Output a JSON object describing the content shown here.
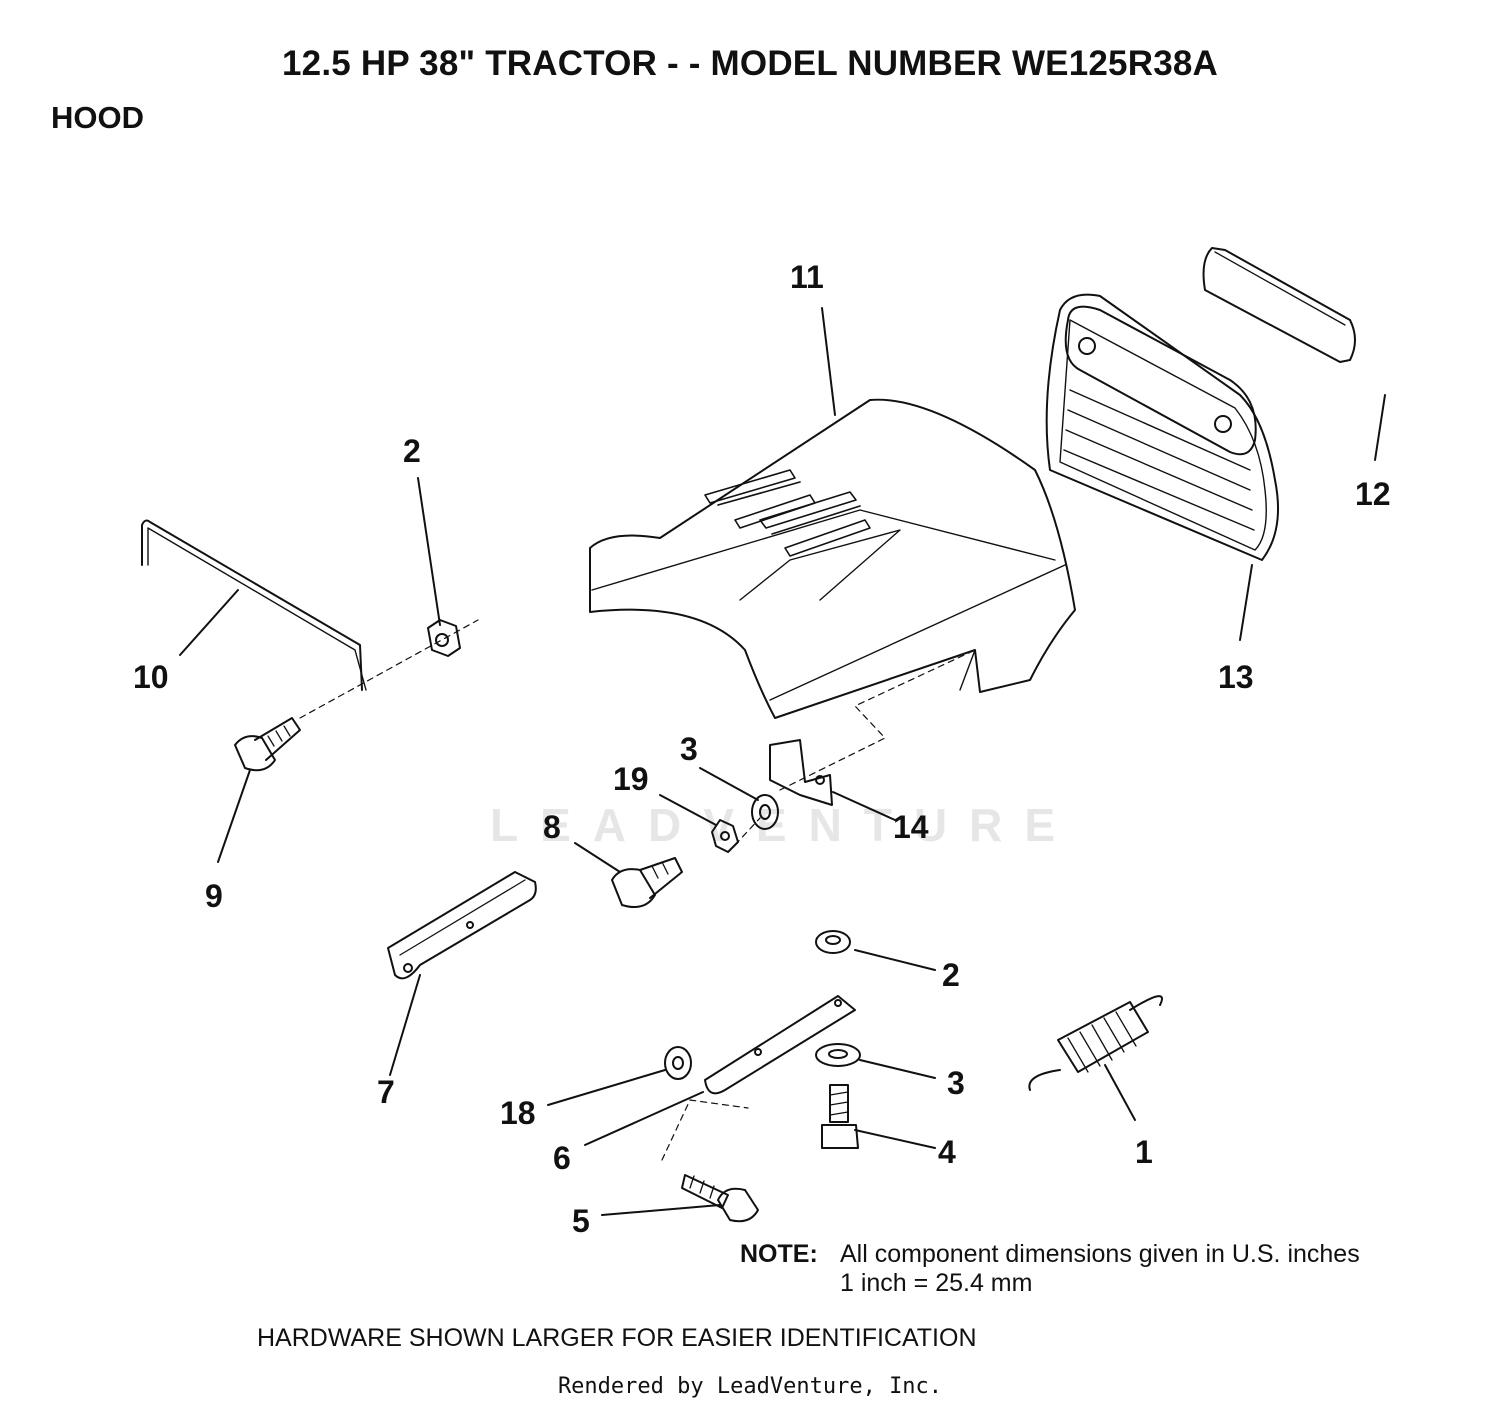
{
  "title": "12.5 HP 38\" TRACTOR - - MODEL NUMBER WE125R38A",
  "section": "HOOD",
  "watermark": "LEADVENTURE",
  "callouts": [
    {
      "id": "c11",
      "label": "11"
    },
    {
      "id": "c12",
      "label": "12"
    },
    {
      "id": "c13",
      "label": "13"
    },
    {
      "id": "c2a",
      "label": "2"
    },
    {
      "id": "c10",
      "label": "10"
    },
    {
      "id": "c9",
      "label": "9"
    },
    {
      "id": "c3a",
      "label": "3"
    },
    {
      "id": "c19",
      "label": "19"
    },
    {
      "id": "c8",
      "label": "8"
    },
    {
      "id": "c14",
      "label": "14"
    },
    {
      "id": "c7",
      "label": "7"
    },
    {
      "id": "c2b",
      "label": "2"
    },
    {
      "id": "c3b",
      "label": "3"
    },
    {
      "id": "c4",
      "label": "4"
    },
    {
      "id": "c1",
      "label": "1"
    },
    {
      "id": "c18",
      "label": "18"
    },
    {
      "id": "c6",
      "label": "6"
    },
    {
      "id": "c5",
      "label": "5"
    }
  ],
  "note": {
    "label": "NOTE:",
    "line1": "All component dimensions given in U.S. inches",
    "line2": "1 inch = 25.4 mm"
  },
  "hardware_text": "HARDWARE SHOWN LARGER FOR EASIER IDENTIFICATION",
  "rendered_by": "Rendered by LeadVenture, Inc."
}
